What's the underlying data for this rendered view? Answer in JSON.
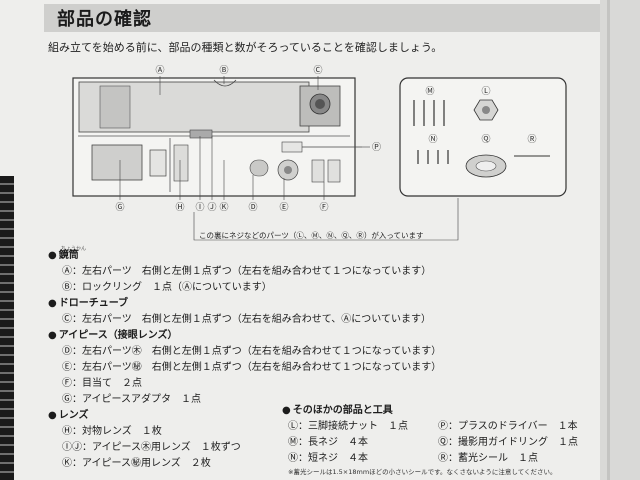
{
  "title": "部品の確認",
  "intro": "組み立てを始める前に、部品の種類と数がそろっていることを確認しましょう。",
  "diagram": {
    "labels": {
      "A": "Ⓐ",
      "B": "Ⓑ",
      "C": "Ⓒ",
      "D": "Ⓓ",
      "E": "Ⓔ",
      "F": "Ⓕ",
      "G": "Ⓖ",
      "H": "Ⓗ",
      "I": "Ⓘ",
      "J": "Ⓙ",
      "K": "Ⓚ",
      "L": "Ⓛ",
      "M": "Ⓜ",
      "N": "Ⓝ",
      "P": "Ⓟ",
      "Q": "Ⓠ",
      "R": "Ⓡ"
    },
    "note": "この裏にネジなどのパーツ（Ⓛ、Ⓜ、Ⓝ、Ⓠ、Ⓡ）が入っています"
  },
  "ruby": "ちょうかん",
  "sections": [
    {
      "heading": "鏡筒",
      "items": [
        "Ⓐ：左右パーツ　右側と左側１点ずつ（左右を組み合わせて１つになっています）",
        "Ⓑ：ロックリング　１点（Ⓐについています）"
      ]
    },
    {
      "heading": "ドローチューブ",
      "items": [
        "Ⓒ：左右パーツ　右側と左側１点ずつ（左右を組み合わせて、Ⓐについています）"
      ]
    },
    {
      "heading": "アイピース（接眼レンズ）",
      "items": [
        "Ⓓ：左右パーツ㊍　右側と左側１点ずつ（左右を組み合わせて１つになっています）",
        "Ⓔ：左右パーツ㊙　右側と左側１点ずつ（左右を組み合わせて１つになっています）",
        "Ⓕ：目当て　２点",
        "Ⓖ：アイピースアダプタ　１点"
      ]
    },
    {
      "heading": "レンズ",
      "items": [
        "Ⓗ：対物レンズ　１枚",
        "ⒾⒿ：アイピース㊍用レンズ　１枚ずつ",
        "Ⓚ：アイピース㊙用レンズ　２枚"
      ]
    }
  ],
  "others": {
    "heading": "そのほかの部品と工具",
    "col1": [
      "Ⓛ：三脚接続ナット　１点",
      "Ⓜ：長ネジ　４本",
      "Ⓝ：短ネジ　４本"
    ],
    "col2": [
      "Ⓟ：プラスのドライバー　１本",
      "Ⓠ：撮影用ガイドリング　１点",
      "Ⓡ：蓄光シール　１点"
    ]
  },
  "footnote": "※蓄光シールは1.5×18mmほどの小さいシールです。なくさないように注意してください。"
}
